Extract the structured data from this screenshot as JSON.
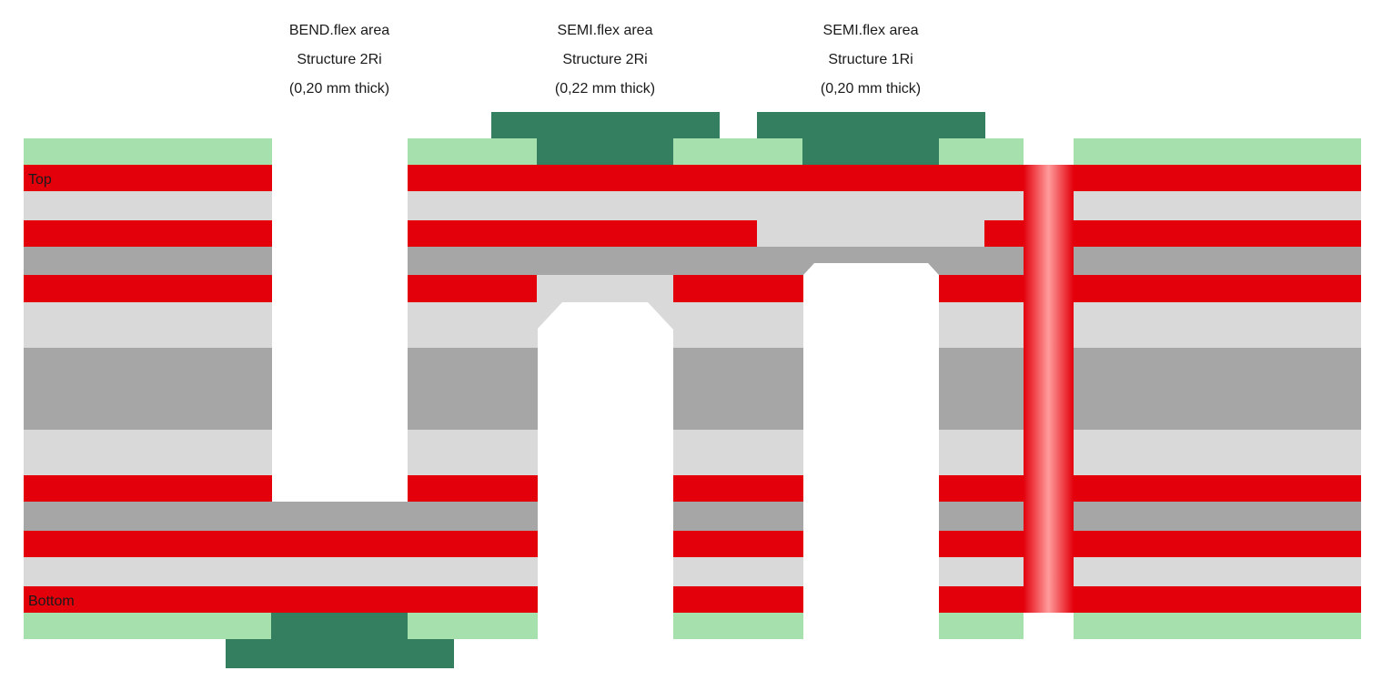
{
  "areas": [
    {
      "name": "BEND.flex area",
      "structure": "Structure 2Ri",
      "thickness": "(0,20 mm thick)"
    },
    {
      "name": "SEMI.flex area",
      "structure": "Structure 2Ri",
      "thickness": "(0,22 mm thick)"
    },
    {
      "name": "SEMI.flex area",
      "structure": "Structure 1Ri",
      "thickness": "(0,20 mm thick)"
    }
  ],
  "layer_labels": {
    "top": "Top",
    "bottom": "Bottom"
  },
  "colors": {
    "copper": "#e3000b",
    "prepreg_light": "#d9d9d9",
    "core_dark": "#a6a6a6",
    "soldermask_light": "#a6e1ad",
    "coverlay_dark": "#337f5f",
    "via": "#ff8a8a"
  }
}
